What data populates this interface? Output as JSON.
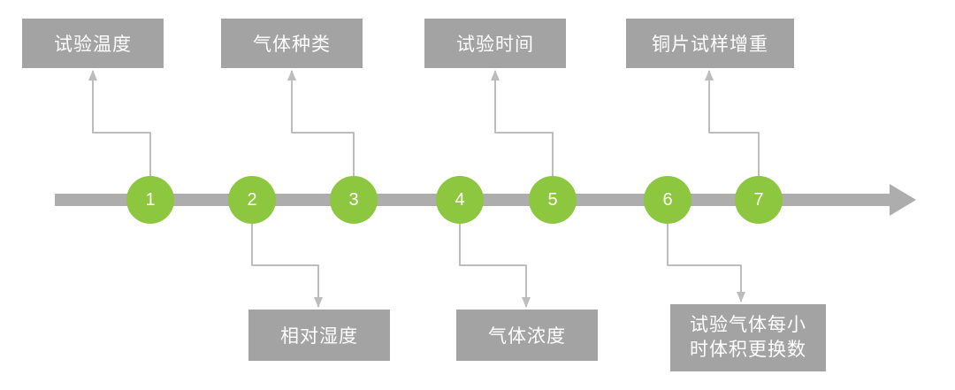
{
  "diagram": {
    "nodes": [
      {
        "number": "1"
      },
      {
        "number": "2"
      },
      {
        "number": "3"
      },
      {
        "number": "4"
      },
      {
        "number": "5"
      },
      {
        "number": "6"
      },
      {
        "number": "7"
      }
    ],
    "top_boxes": [
      {
        "label": "试验温度"
      },
      {
        "label": "气体种类"
      },
      {
        "label": "试验时间"
      },
      {
        "label": "铜片试样增重"
      }
    ],
    "bottom_boxes": [
      {
        "label": "相对湿度"
      },
      {
        "label": "气体浓度"
      },
      {
        "label": "试验气体每小\n时体积更换数"
      }
    ]
  },
  "colors": {
    "node_green": "#8DC63F",
    "box_gray": "#A3A3A3",
    "timeline_gray": "#ADADAD",
    "connector_gray": "#BDBDBD",
    "label_white": "#FFFFFF"
  }
}
